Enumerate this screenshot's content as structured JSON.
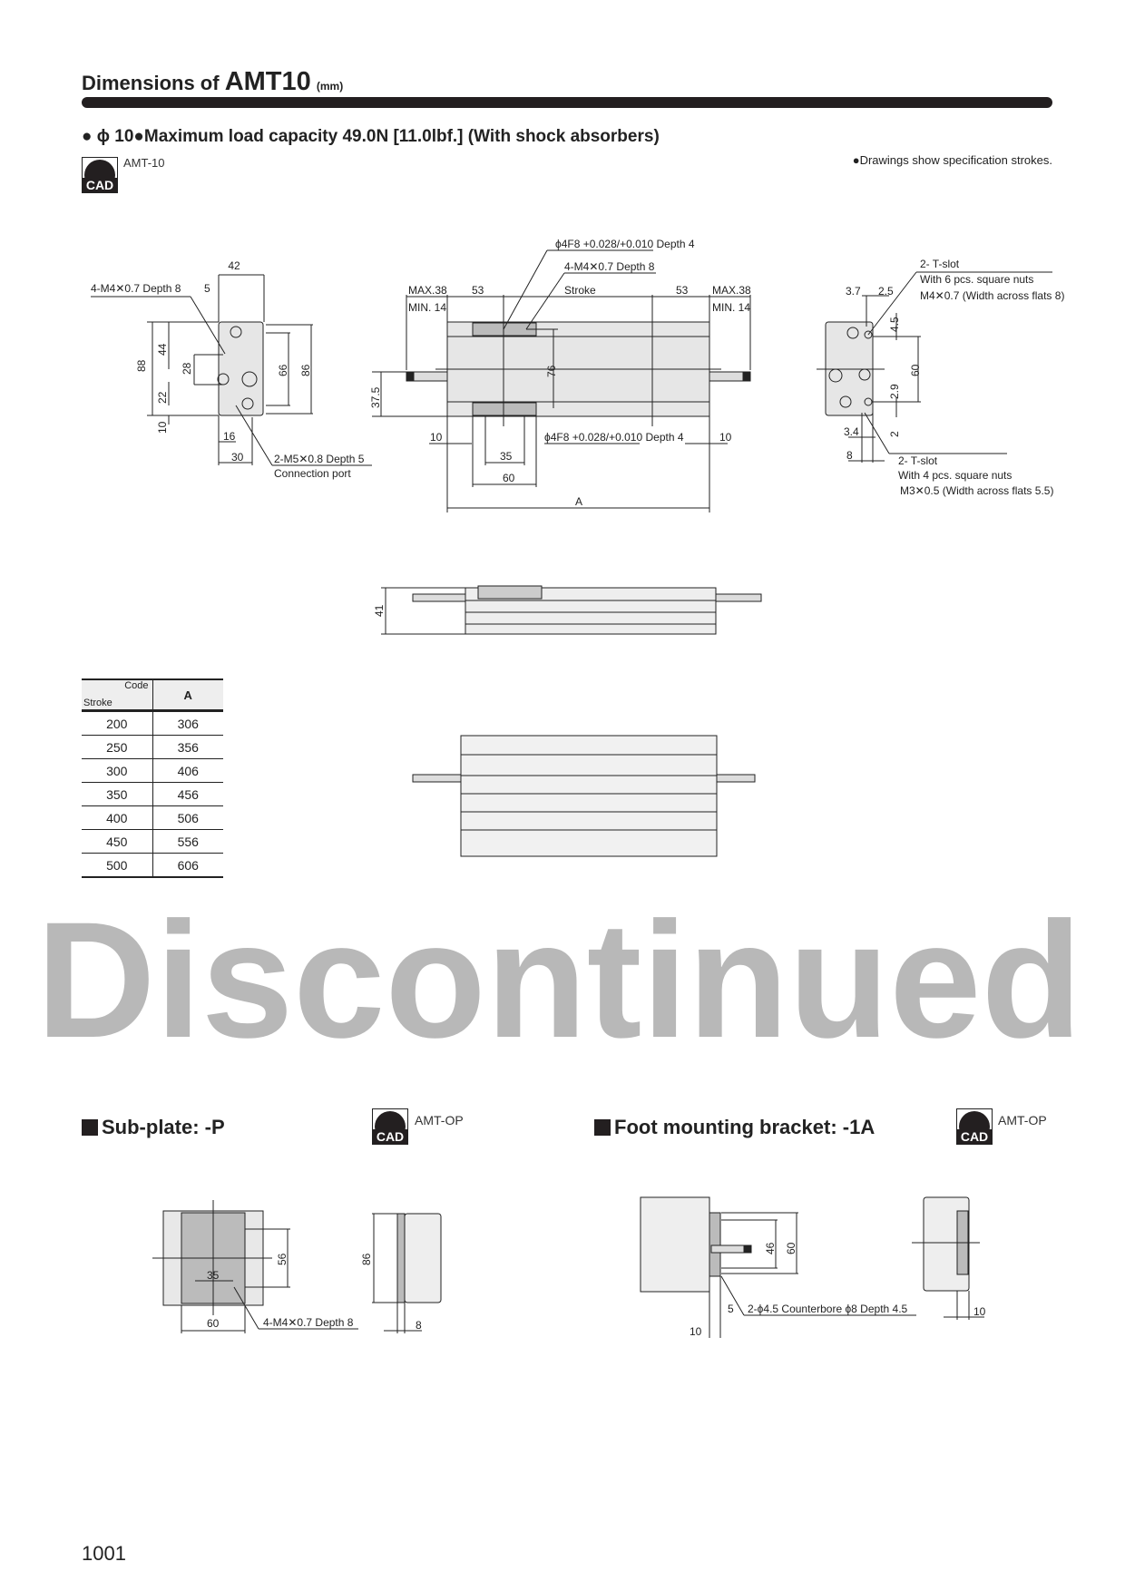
{
  "header": {
    "title_prefix": "Dimensions of ",
    "model": "AMT10",
    "unit": "(mm)"
  },
  "subtitle": "● ϕ 10●Maximum load capacity 49.0N [11.0lbf.] (With shock absorbers)",
  "cad_label": "CAD",
  "cad_code": "AMT-10",
  "note": "●Drawings show specification strokes.",
  "left_view": {
    "d42": "42",
    "d5": "5",
    "d88": "88",
    "d44": "44",
    "d28": "28",
    "d22": "22",
    "d10": "10",
    "d66": "66",
    "d86": "86",
    "d16": "16",
    "d30": "30",
    "callout1": "4-M4✕0.7 Depth 8",
    "callout2a": "2-M5✕0.8 Depth 5",
    "callout2b": "Connection port"
  },
  "center_view": {
    "callout_top1": "ϕ4F8 +0.028/+0.010 Depth 4",
    "callout_top2": "4-M4✕0.7 Depth 8",
    "max38": "MAX.38",
    "min14": "MIN. 14",
    "d53": "53",
    "stroke": "Stroke",
    "d76": "76",
    "d37_5": "37.5",
    "d10": "10",
    "d35": "35",
    "d60": "60",
    "dA": "A",
    "callout_bottom": "ϕ4F8 +0.028/+0.010 Depth 4",
    "d41": "41"
  },
  "right_view": {
    "tslot1": "2- T-slot",
    "tslot1_b": "With 6 pcs. square nuts",
    "tslot1_c": "M4✕0.7 (Width across flats 8)",
    "d3_7": "3.7",
    "d2_5": "2.5",
    "d4_5": "4.5",
    "d60": "60",
    "d2_9": "2.9",
    "d2": "2",
    "d3_4": "3.4",
    "d8": "8",
    "tslot2": "2- T-slot",
    "tslot2_b": "With 4 pcs. square nuts",
    "tslot2_c": "M3✕0.5 (Width across flats 5.5)"
  },
  "table": {
    "header_code": "Code",
    "header_stroke": "Stroke",
    "header_a": "A",
    "rows": [
      [
        "200",
        "306"
      ],
      [
        "250",
        "356"
      ],
      [
        "300",
        "406"
      ],
      [
        "350",
        "456"
      ],
      [
        "400",
        "506"
      ],
      [
        "450",
        "556"
      ],
      [
        "500",
        "606"
      ]
    ]
  },
  "watermark": "Discontinued",
  "subplate": {
    "title": "Sub-plate: -P",
    "cad_code": "AMT-OP",
    "d35": "35",
    "d56": "56",
    "d60": "60",
    "callout": "4-M4✕0.7 Depth 8",
    "d86": "86",
    "d8": "8"
  },
  "foot": {
    "title": "Foot mounting bracket: -1A",
    "cad_code": "AMT-OP",
    "d46": "46",
    "d60": "60",
    "d5": "5",
    "d10": "10",
    "callout": "2-ϕ4.5 Counterbore ϕ8  Depth 4.5",
    "d10b": "10"
  },
  "page_number": "1001"
}
